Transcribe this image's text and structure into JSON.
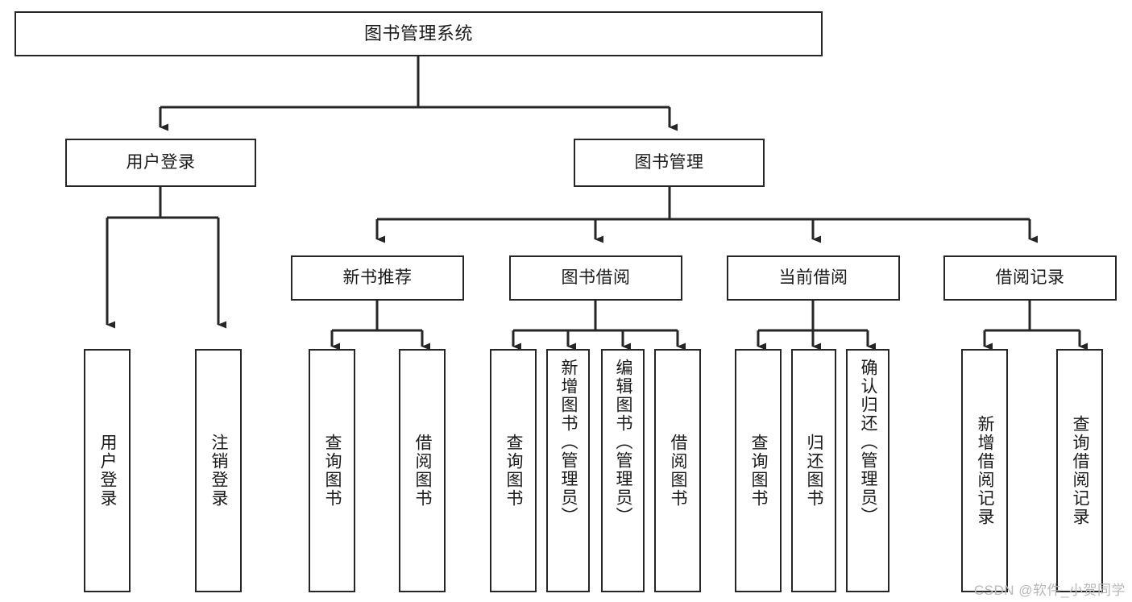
{
  "diagram": {
    "title": "图书管理系统",
    "type": "tree",
    "watermark": "CSDN @软件_小贺同学",
    "colors": {
      "node_border": "#262626",
      "node_fill": "#ffffff",
      "edge": "#262626",
      "text": "#1a1a1a",
      "watermark": "#b8b8b8",
      "background": "#ffffff"
    },
    "nodes": {
      "root": {
        "label": "图书管理系统"
      },
      "level1": [
        {
          "id": "user-login",
          "label": "用户登录"
        },
        {
          "id": "book-manage",
          "label": "图书管理"
        }
      ],
      "level2": [
        {
          "id": "new-book-recommend",
          "label": "新书推荐"
        },
        {
          "id": "book-borrow",
          "label": "图书借阅"
        },
        {
          "id": "current-borrow",
          "label": "当前借阅"
        },
        {
          "id": "borrow-record",
          "label": "借阅记录"
        }
      ],
      "leaves": [
        {
          "id": "leaf-user-login",
          "label": "用户登录",
          "parent": "user-login"
        },
        {
          "id": "leaf-logout-login",
          "label": "注销登录",
          "parent": "user-login"
        },
        {
          "id": "leaf-query-book-1",
          "label": "查询图书",
          "parent": "new-book-recommend"
        },
        {
          "id": "leaf-borrow-book-1",
          "label": "借阅图书",
          "parent": "new-book-recommend"
        },
        {
          "id": "leaf-query-book-2",
          "label": "查询图书",
          "parent": "book-borrow"
        },
        {
          "id": "leaf-add-book",
          "label": "新增图书（管理员）",
          "parent": "book-borrow"
        },
        {
          "id": "leaf-edit-book",
          "label": "编辑图书（管理员）",
          "parent": "book-borrow"
        },
        {
          "id": "leaf-borrow-book-2",
          "label": "借阅图书",
          "parent": "book-borrow"
        },
        {
          "id": "leaf-query-book-3",
          "label": "查询图书",
          "parent": "current-borrow"
        },
        {
          "id": "leaf-return-book",
          "label": "归还图书",
          "parent": "current-borrow"
        },
        {
          "id": "leaf-confirm-return",
          "label": "确认归还（管理员）",
          "parent": "current-borrow"
        },
        {
          "id": "leaf-add-record",
          "label": "新增借阅记录",
          "parent": "borrow-record"
        },
        {
          "id": "leaf-query-record",
          "label": "查询借阅记录",
          "parent": "borrow-record"
        }
      ]
    }
  }
}
